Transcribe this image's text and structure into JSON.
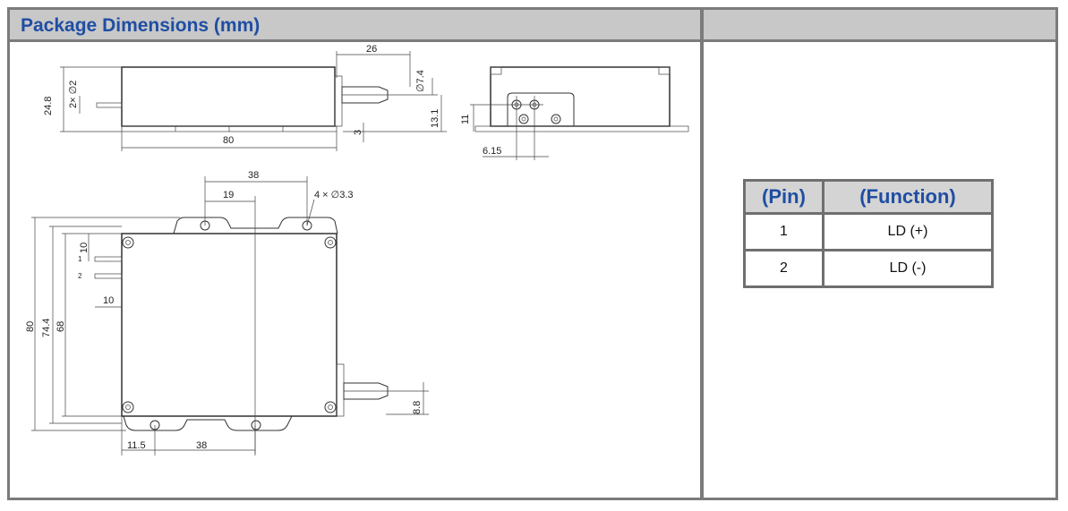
{
  "section_title": "Package Dimensions (mm)",
  "drawing_labels": {
    "d26": "26",
    "d2xphi2": "2× ∅2",
    "d24_8": "24.8",
    "dphi7_4": "∅7.4",
    "d13_1": "13.1",
    "d3": "3",
    "d80_side": "80",
    "d11": "11",
    "d6_15": "6.15",
    "d38_top": "38",
    "d19": "19",
    "d4xphi3_3": "4 × ∅3.3",
    "d10_vert": "10",
    "pin1": "1",
    "pin2": "2",
    "d10_horz": "10",
    "d80_vert": "80",
    "d74_4": "74.4",
    "d68": "68",
    "d8_8": "8.8",
    "d11_5": "11.5",
    "d38_bottom": "38"
  },
  "pin_table": {
    "headers": [
      "(Pin)",
      "(Function)"
    ],
    "rows": [
      {
        "pin": "1",
        "function": "LD (+)"
      },
      {
        "pin": "2",
        "function": "LD (-)"
      }
    ]
  }
}
